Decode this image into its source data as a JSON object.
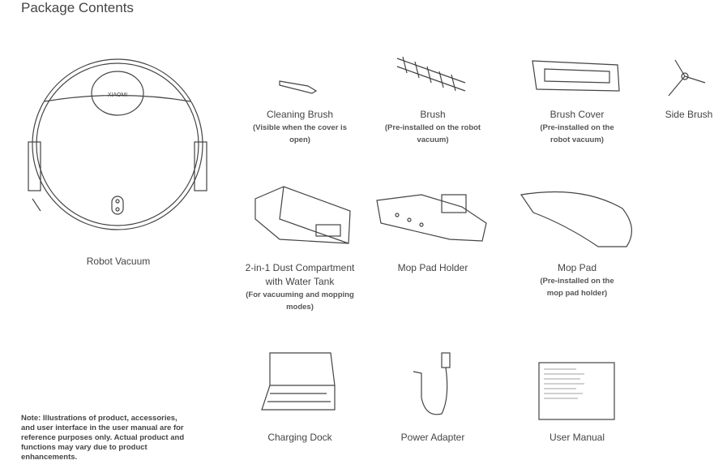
{
  "title": "Package Contents",
  "items": [
    {
      "name": "Robot Vacuum",
      "sub": "",
      "logo": "XIAOMI"
    },
    {
      "name": "Cleaning Brush",
      "sub": "(Visible when the cover is open)"
    },
    {
      "name": "Brush",
      "sub": "(Pre-installed on the robot vacuum)"
    },
    {
      "name": "Brush Cover",
      "sub": "(Pre-installed on the robot vacuum)"
    },
    {
      "name": "Side Brush",
      "sub": ""
    },
    {
      "name": "2-in-1 Dust Compartment with Water Tank",
      "sub": "(For vacuuming and mopping modes)"
    },
    {
      "name": "Mop Pad Holder",
      "sub": ""
    },
    {
      "name": "Mop Pad",
      "sub": "(Pre-installed on the mop pad holder)"
    },
    {
      "name": "Charging Dock",
      "sub": ""
    },
    {
      "name": "Power Adapter",
      "sub": ""
    },
    {
      "name": "User Manual",
      "sub": ""
    }
  ],
  "note": "Note: Illustrations of product, accessories, and user interface in the user manual are for reference purposes only. Actual product and functions may vary due to product enhancements."
}
